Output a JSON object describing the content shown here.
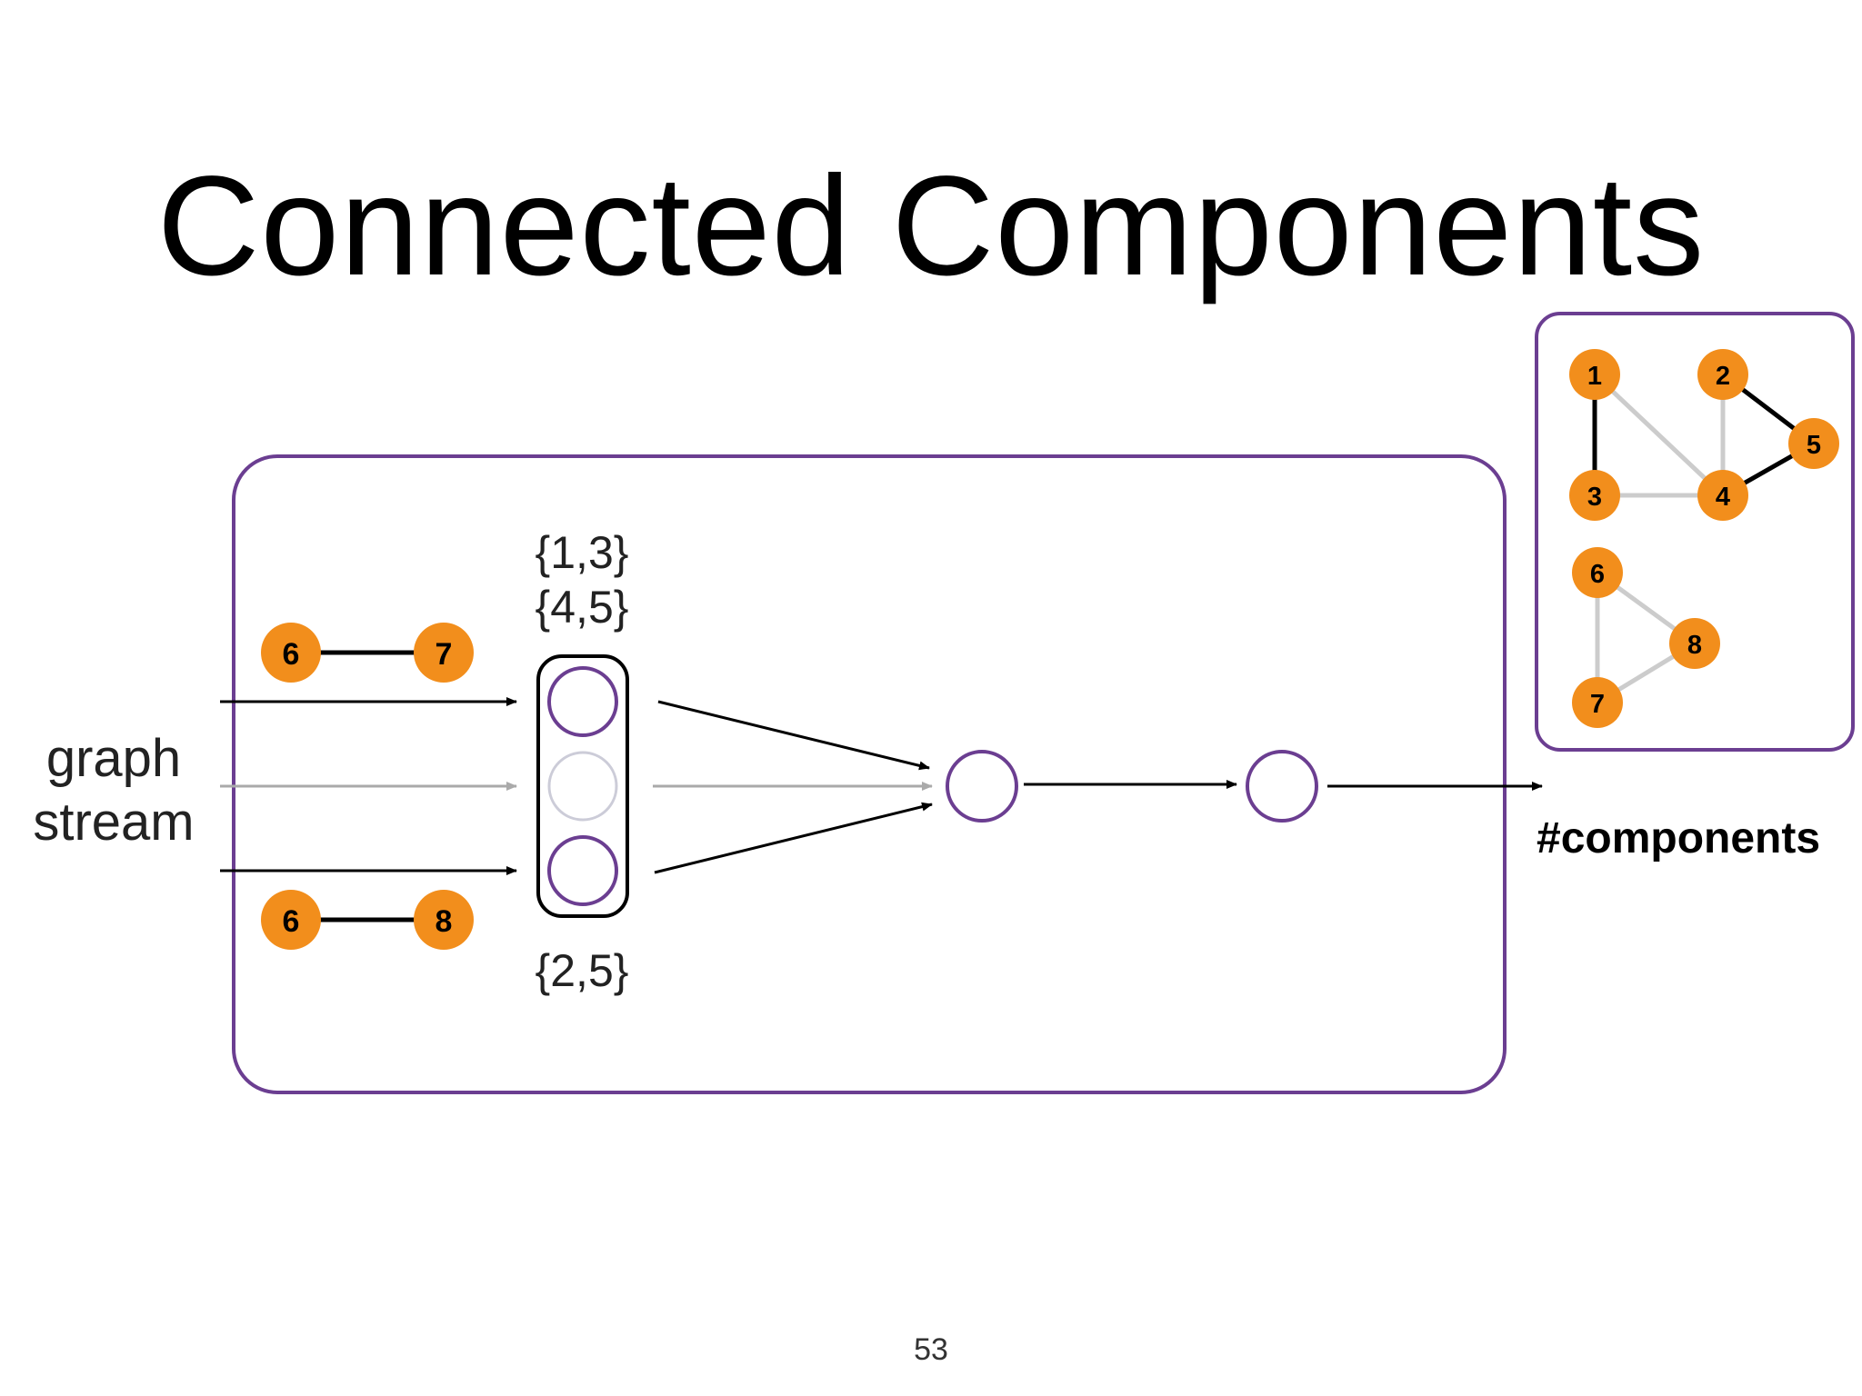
{
  "slide": {
    "title": "Connected Components",
    "stream_label_line1": "graph",
    "stream_label_line2": "stream",
    "sets_top": [
      "{1,3}",
      "{4,5}"
    ],
    "set_bottom": "{2,5}",
    "output_label": "#components",
    "page_number": "53"
  },
  "stream_edges": [
    {
      "from": "6",
      "to": "7"
    },
    {
      "from": "6",
      "to": "8"
    }
  ],
  "result_graph": {
    "nodes": [
      "1",
      "2",
      "3",
      "4",
      "5",
      "6",
      "7",
      "8"
    ],
    "black_edges": [
      [
        "1",
        "3"
      ],
      [
        "2",
        "5"
      ],
      [
        "4",
        "5"
      ]
    ],
    "gray_edges": [
      [
        "1",
        "4"
      ],
      [
        "2",
        "4"
      ],
      [
        "3",
        "4"
      ],
      [
        "6",
        "7"
      ],
      [
        "6",
        "8"
      ],
      [
        "7",
        "8"
      ]
    ]
  },
  "colors": {
    "node_fill": "#F28E1C",
    "container_stroke": "#6B3E91",
    "arrow_black": "#000000",
    "arrow_gray": "#AAAAAA",
    "edge_gray": "#CCCCCC"
  }
}
